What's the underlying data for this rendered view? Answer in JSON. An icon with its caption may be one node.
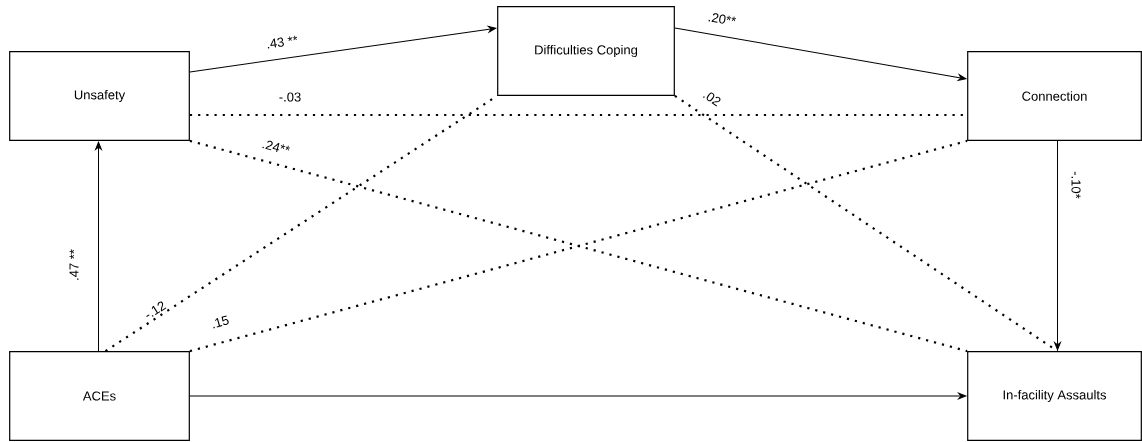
{
  "diagram": {
    "nodes": [
      {
        "text": [
          "Unsafety"
        ]
      },
      {
        "text": [
          "Difficulties Coping"
        ]
      },
      {
        "text": [
          "Connection"
        ]
      },
      {
        "text": [
          "ACEs"
        ]
      },
      {
        "text": [
          "In-facility Assaults"
        ]
      }
    ],
    "edges": [
      {
        "from": 0,
        "to": 1,
        "arrow": "to",
        "label": ".43 **"
      },
      {
        "from": 0,
        "to": 2,
        "arrow": "none",
        "label": "-.03",
        "style": "dashed"
      },
      {
        "from": 0,
        "to": 4,
        "arrow": "none",
        "label": ".24**",
        "style": "dashed"
      },
      {
        "from": 3,
        "to": 0,
        "arrow": "to",
        "label": ".47 **"
      },
      {
        "from": 3,
        "to": 1,
        "arrow": "none",
        "label": "-.12",
        "style": "dashed"
      },
      {
        "from": 3,
        "to": 2,
        "arrow": "none",
        "label": ".15",
        "style": "dashed"
      },
      {
        "from": 1,
        "to": 2,
        "arrow": "to",
        "label": ".20**"
      },
      {
        "from": 1,
        "to": 4,
        "arrow": "none",
        "label": ".02",
        "style": "dashed"
      },
      {
        "from": 2,
        "to": 4,
        "arrow": "to",
        "label": "-.10*"
      },
      {
        "from": 3,
        "to": 4,
        "arrow": "to"
      }
    ]
  }
}
